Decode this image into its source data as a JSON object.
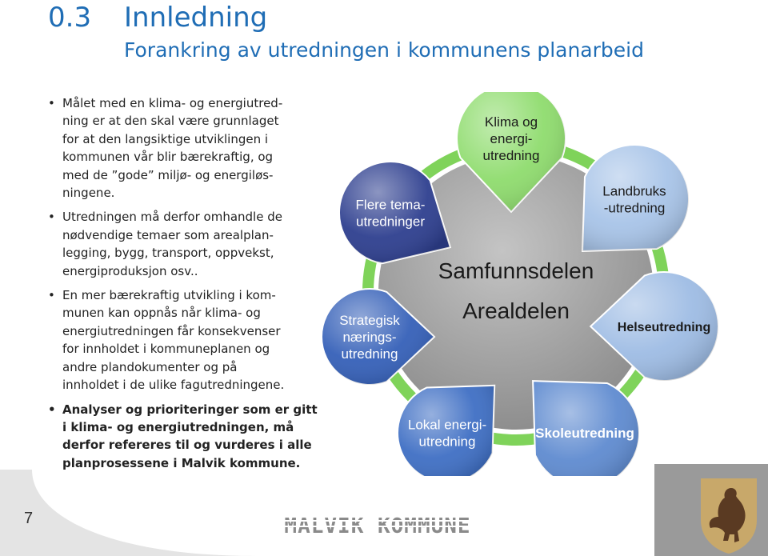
{
  "slide": {
    "number": "0.3",
    "title": "Innledning",
    "subtitle": "Forankring av utredningen i kommunens planarbeid",
    "page": "7"
  },
  "bullets": [
    {
      "lines": [
        "Målet med en klima- og energiutred-",
        "ning er at den skal være grunnlaget",
        "for at den langsiktige utviklingen i",
        "kommunen vår blir bærekraftig, og",
        "med de ”gode” miljø- og energiløs-",
        "ningene."
      ],
      "bold": false
    },
    {
      "lines": [
        "Utredningen  må derfor omhandle de",
        "nødvendige temaer som arealplan-",
        "legging, bygg, transport, oppvekst,",
        "energiproduksjon osv.."
      ],
      "bold": false
    },
    {
      "lines": [
        "En mer bærekraftig utvikling i kom-",
        "munen kan oppnås når klima- og",
        "energiutredningen får konsekvenser",
        "for innholdet i kommuneplanen og",
        "andre plandokumenter og på",
        "innholdet i de ulike fagutredningene."
      ],
      "bold": false
    },
    {
      "lines": [
        "Analyser og prioriteringer som er gitt",
        "i  klima- og energiutredningen, må",
        "derfor refereres til og vurderes i alle",
        "planprosessene i Malvik kommune."
      ],
      "bold": true
    }
  ],
  "diagram": {
    "center_labels": [
      "Samfunnsdelen",
      "Arealdelen"
    ],
    "drops": [
      {
        "lines": [
          "Klima og",
          "energi-",
          "utredning"
        ],
        "color": "#8fdc6e"
      },
      {
        "lines": [
          "Landbruks",
          "-utredning"
        ],
        "color": "#a8c4e8"
      },
      {
        "lines": [
          "Helseutredning"
        ],
        "color": "#9ebce4"
      },
      {
        "lines": [
          "Skoleutredning"
        ],
        "color": "#5f8bd0"
      },
      {
        "lines": [
          "Lokal energi-",
          "utredning"
        ],
        "color": "#3f6fc4"
      },
      {
        "lines": [
          "Strategisk",
          "nærings-",
          "utredning"
        ],
        "color": "#3560b8"
      },
      {
        "lines": [
          "Flere tema-",
          "utredninger"
        ],
        "color": "#2e3f8f"
      }
    ],
    "colors": {
      "ring": "#7fd35a",
      "center": "#9a9a9a",
      "drop_text_light": "#ffffff",
      "drop_text_dark": "#1a1a1a"
    }
  },
  "footer": {
    "logo_text": "MALVIK KOMMUNE",
    "colors": {
      "bar": "#d9d9d9",
      "crest_bg": "#9a9a9a",
      "crest_shield": "#c8a86a"
    }
  }
}
